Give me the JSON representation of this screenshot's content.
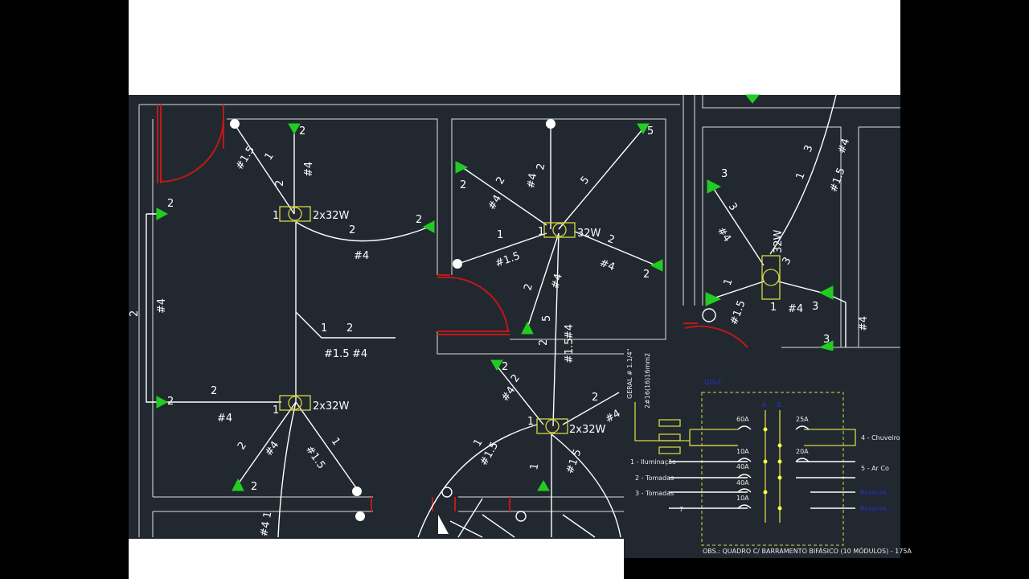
{
  "fixtures": {
    "f1_qty": "1",
    "f1_rating": "2x32W",
    "f2_qty": "1",
    "f2_rating": "32W",
    "f3_qty": "1",
    "f3_rating": "32W",
    "f4_qty": "1",
    "f4_rating": "2x32W",
    "f5_qty": "1",
    "f5_rating": "2x32W"
  },
  "outlets": [
    "2",
    "2",
    "2",
    "2",
    "2",
    "2",
    "2",
    "2",
    "5",
    "3",
    "3",
    "3"
  ],
  "wire_labels": [
    "1",
    "#1.5",
    "2",
    "#4",
    "2",
    "#4",
    "2",
    "#4",
    "1",
    "2",
    "#1.5",
    "#4",
    "2",
    "#4",
    "2",
    "#4",
    "1",
    "#1.5",
    "1",
    "#1.5",
    "2",
    "#4",
    "5",
    "2",
    "#4",
    "2",
    "#4",
    "2",
    "#4",
    "5",
    "#4",
    "2",
    "#1.5",
    "2",
    "#4",
    "2",
    "#4",
    "1",
    "#1.5",
    "3",
    "#4",
    "1",
    "#1.5",
    "3",
    "#4",
    "1",
    "#1.5",
    "3",
    "#4",
    "1",
    "#4",
    "#4",
    "1",
    "#1.5"
  ],
  "panel": {
    "title": "QDLF",
    "phases": [
      "A",
      "B"
    ],
    "geral_label": "GERAL # 1.1/4\"",
    "geral_cable": "2#16(16)16mm2",
    "breakers": [
      "60A",
      "10A",
      "40A",
      "40A",
      "10A",
      "25A",
      "20A"
    ],
    "circuits_left": [
      "1 - Iluminação",
      "2 - Tomadas",
      "3 - Tomadas",
      "7"
    ],
    "circuits_right": [
      "4 - Chuveiro",
      "5 - Ar Co"
    ],
    "reserve_labels": [
      "Reserva",
      "Reserva"
    ],
    "note": "OBS.: QUADRO C/ BARRAMENTO BIFÁSICO (10 MÓDULOS) - 175A"
  },
  "colors": {
    "background": "#222830",
    "walls": "#b8b8b8",
    "wiring": "#ffffff",
    "doors": "#c01818",
    "fixtures": "#d8d840",
    "outlets": "#22cc22",
    "panel_text_blue": "#2233cc"
  }
}
